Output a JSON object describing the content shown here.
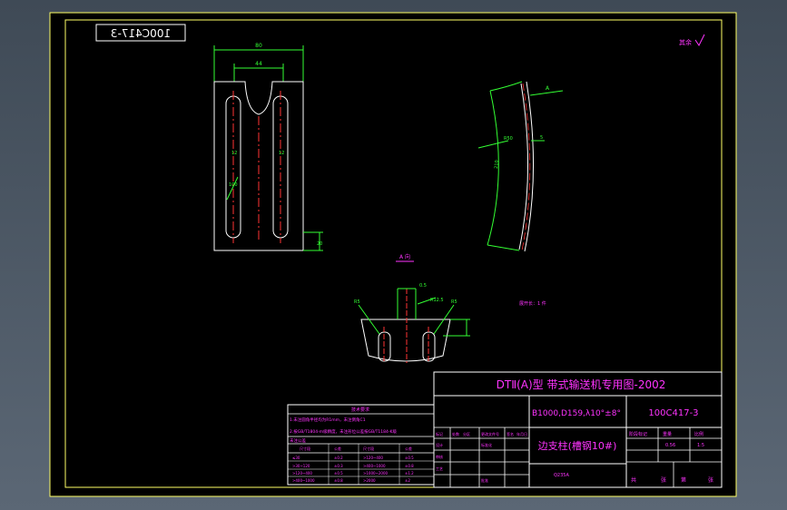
{
  "drawing": {
    "mirrored_code": "100C417-3",
    "top_right_note": "其余",
    "section_label": "A 向",
    "arrow_label": "A",
    "scale_note": "展开长：1 件"
  },
  "dimensions": {
    "front_width_outer": "80",
    "front_width_inner": "44",
    "side_left": "12",
    "side_right": "12",
    "slot_height": "100",
    "bottom_offset": "20",
    "arc_height": "210",
    "arc_angle": "R50",
    "arc_small": "5",
    "sec_r1": "R5",
    "sec_r2": "R5",
    "sec_dim1": "R12.5",
    "sec_dim2": "0.5"
  },
  "title_block": {
    "header": "DTⅡ(A)型  带式输送机专用图-2002",
    "spec": "B1000,D159,λ10°±8°",
    "drawing_number": "100C417-3",
    "part_name": "边支柱(槽钢10#)",
    "material": "Q235A",
    "stage_label": "阶段标记",
    "weight_label": "重量",
    "ratio_label": "比例",
    "weight_value": "0.56",
    "ratio_value": "1:5",
    "sheet_label": "共",
    "sheet_label2": "张",
    "page_label": "第",
    "page_label2": "张",
    "labels_left": [
      "标记",
      "处数",
      "分区",
      "更改文件号",
      "签名",
      "年月日"
    ],
    "labels_left2": [
      "设计",
      "审核",
      "工艺",
      "标准化",
      "批准"
    ]
  },
  "tech_table": {
    "title": "技术要求",
    "lines": [
      "1.未注圆角半径均为R1mm，未注倒角C1",
      "2.按GB/T1804-m级精度，未注形位公差按GB/T1184-K级"
    ],
    "sub_title": "未注公差",
    "header": [
      "尺寸段",
      "公差",
      "尺寸段",
      "公差"
    ],
    "rows": [
      [
        "≤30",
        "±0.2",
        ">120~400",
        "±0.5"
      ],
      [
        ">30~120",
        "±0.3",
        ">400~1000",
        "±0.8"
      ],
      [
        ">120~400",
        "±0.5",
        ">1000~2000",
        "±1.2"
      ],
      [
        ">400~1000",
        "±0.8",
        ">2000",
        "±2"
      ]
    ]
  }
}
